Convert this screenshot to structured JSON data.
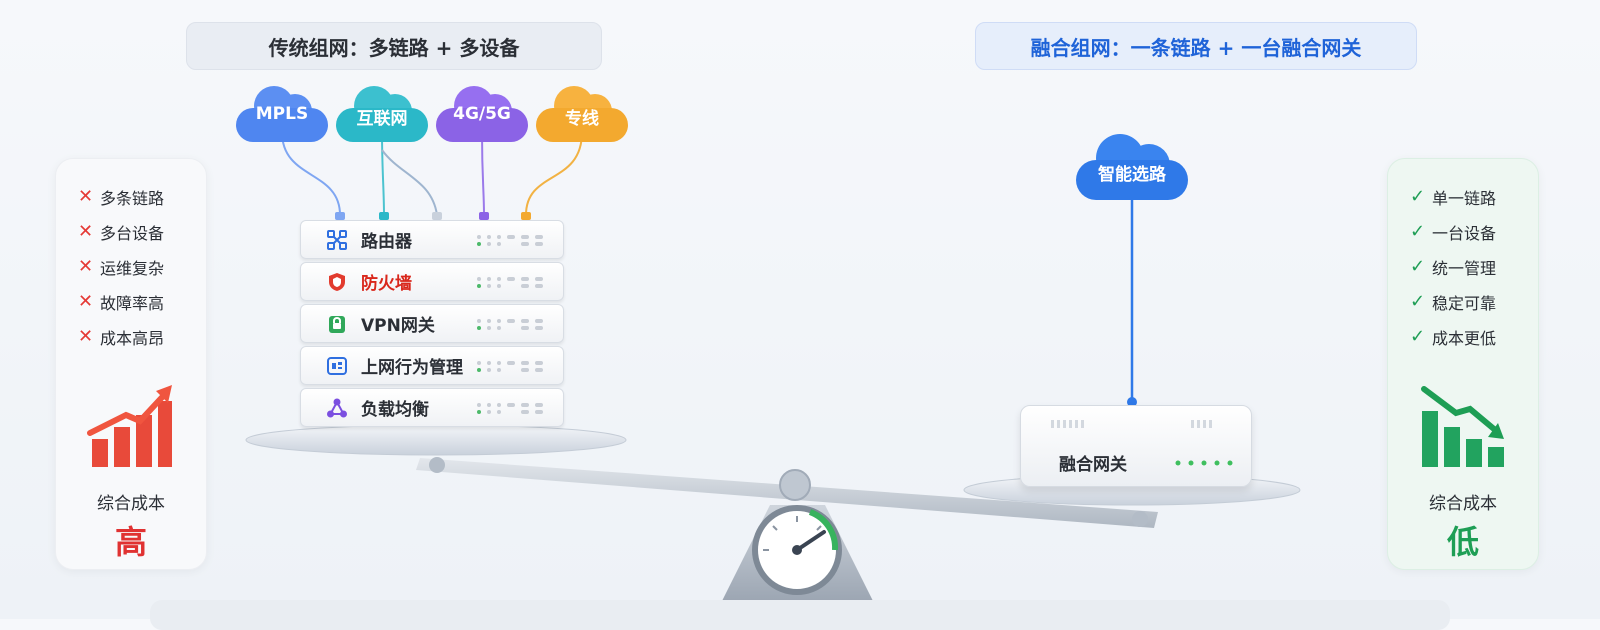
{
  "header": {
    "left_title": "传统组网：多链路 + 多设备",
    "right_title": "融合组网：一条链路 + 一台融合网关"
  },
  "clouds": [
    {
      "label": "MPLS",
      "color": "#4f86f0"
    },
    {
      "label": "互联网",
      "color": "#2bb8c8"
    },
    {
      "label": "4G/5G",
      "color": "#8b63e6"
    },
    {
      "label": "专线",
      "color": "#f3a92f"
    }
  ],
  "devices": [
    {
      "label": "路由器",
      "icon": "router-icon"
    },
    {
      "label": "防火墙",
      "icon": "shield-icon"
    },
    {
      "label": "VPN网关",
      "icon": "lock-icon"
    },
    {
      "label": "上网行为管理",
      "icon": "monitor-icon"
    },
    {
      "label": "负载均衡",
      "icon": "share-icon"
    }
  ],
  "left_panel": {
    "items": [
      "多条链路",
      "多台设备",
      "运维复杂",
      "故障率高",
      "成本高昂"
    ],
    "mark": "✕",
    "caption": "综合成本",
    "level": "高"
  },
  "right_panel": {
    "items": [
      "单一链路",
      "一台设备",
      "统一管理",
      "稳定可靠",
      "成本更低"
    ],
    "mark": "✓",
    "caption": "综合成本",
    "level": "低"
  },
  "smart_cloud": {
    "label": "智能选路",
    "color": "#2f79e8"
  },
  "gateway": {
    "label": "融合网关"
  },
  "colors": {
    "red": "#e53935",
    "green": "#1e9e55",
    "blue": "#1f63d8"
  }
}
